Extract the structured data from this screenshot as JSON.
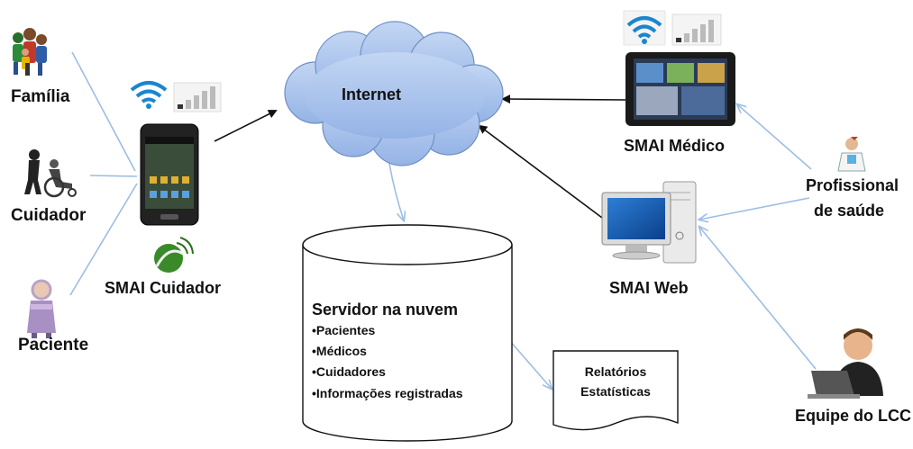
{
  "actors": {
    "familia": "Família",
    "cuidador": "Cuidador",
    "paciente": "Paciente",
    "profissional_line1": "Profissional",
    "profissional_line2": "de saúde",
    "equipe": "Equipe do LCC"
  },
  "nodes": {
    "internet": "Internet",
    "smai_cuidador": "SMAI Cuidador",
    "smai_medico": "SMAI Médico",
    "smai_web": "SMAI Web"
  },
  "server": {
    "title": "Servidor na nuvem",
    "items": [
      "•Pacientes",
      "•Médicos",
      "•Cuidadores",
      "•Informações registradas"
    ]
  },
  "report": {
    "line1": "Relatórios",
    "line2": "Estatísticas"
  },
  "colors": {
    "cloud_fill": "#a9c3ec",
    "line_blue": "#9dbde6",
    "arrow_black": "#111111"
  }
}
